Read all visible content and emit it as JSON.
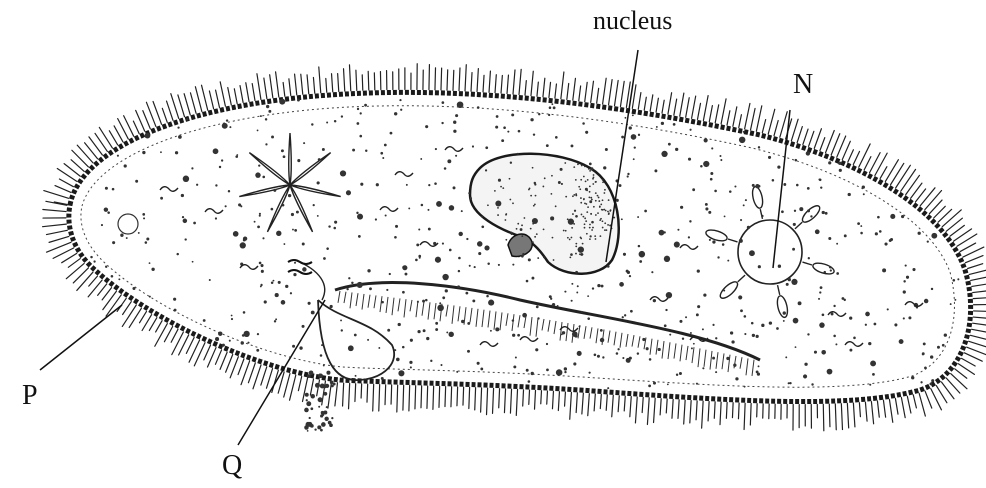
{
  "labels": {
    "nucleus": "nucleus",
    "n": "N",
    "p": "P",
    "q": "Q"
  },
  "colors": {
    "ink": "#1a1a1a",
    "background": "#ffffff"
  }
}
